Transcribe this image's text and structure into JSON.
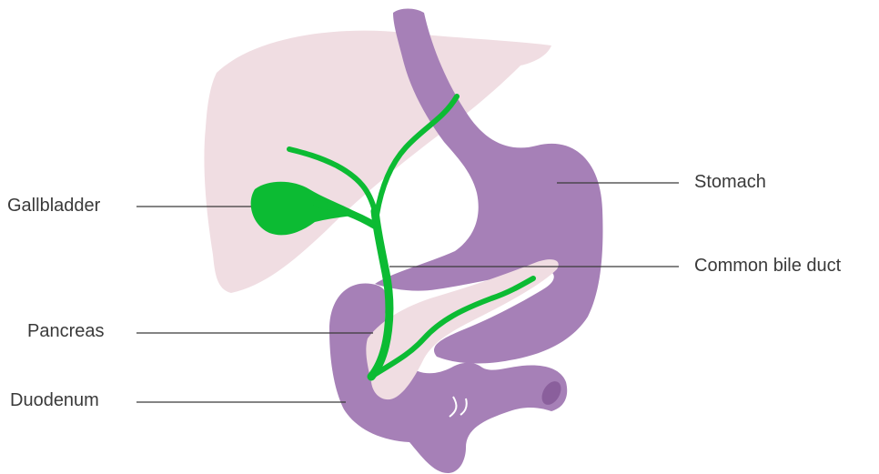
{
  "labels": {
    "gallbladder": "Gallbladder",
    "pancreas": "Pancreas",
    "duodenum": "Duodenum",
    "stomach": "Stomach",
    "common_bile_duct": "Common bile duct"
  },
  "colors": {
    "liver": "#f0dde2",
    "stomach": "#a680b7",
    "pancreas": "#f0dde2",
    "biliary": "#0cbb33",
    "leader_line": "#3a3a3a",
    "text": "#3a3a3a"
  }
}
